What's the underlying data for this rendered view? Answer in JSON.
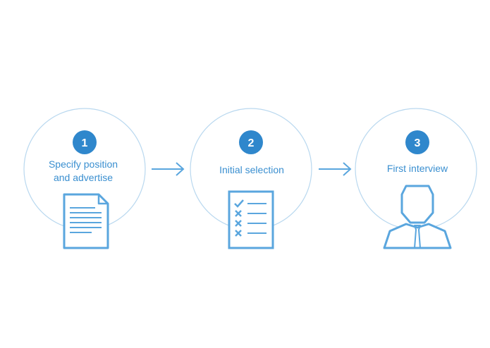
{
  "colors": {
    "circle_stroke": "#b9d8ef",
    "accent": "#2f87cc",
    "icon_stroke": "#5aa6de",
    "icon_fill": "#ffffff"
  },
  "steps": [
    {
      "number": "1",
      "label_lines": [
        "Specify position",
        "and advertise"
      ],
      "icon": "document-icon"
    },
    {
      "number": "2",
      "label_lines": [
        "Initial selection"
      ],
      "icon": "checklist-icon"
    },
    {
      "number": "3",
      "label_lines": [
        "First interview"
      ],
      "icon": "person-icon"
    }
  ],
  "arrows": [
    "arrow-right-icon",
    "arrow-right-icon"
  ]
}
